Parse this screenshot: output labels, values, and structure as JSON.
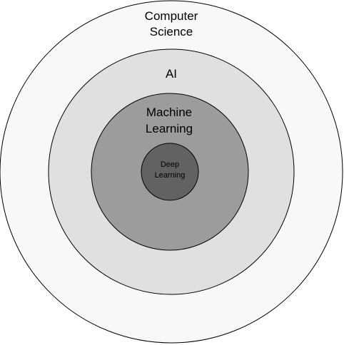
{
  "diagram": {
    "rings": [
      {
        "id": "computer-science",
        "label_lines": [
          "Computer",
          "Science"
        ],
        "fill": "#f8f8f8"
      },
      {
        "id": "ai",
        "label_lines": [
          "AI"
        ],
        "fill": "#e0e0e0"
      },
      {
        "id": "machine-learning",
        "label_lines": [
          "Machine",
          "Learning"
        ],
        "fill": "#9c9c9c"
      },
      {
        "id": "deep-learning",
        "label_lines": [
          "Deep",
          "Learning"
        ],
        "fill": "#626262"
      }
    ]
  }
}
